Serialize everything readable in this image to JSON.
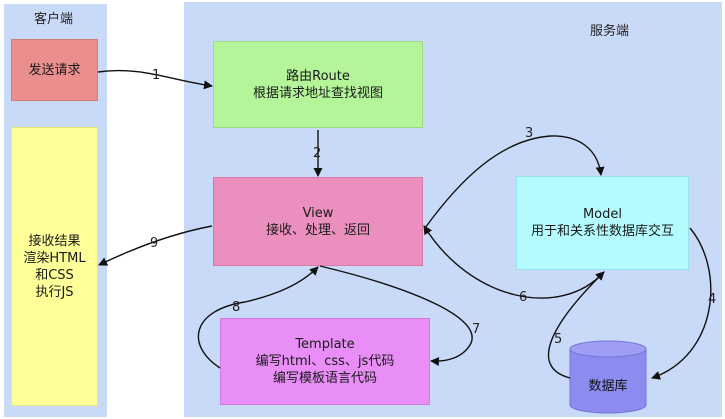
{
  "client": {
    "title": "客户端",
    "send": "发送请求",
    "receive": [
      "接收结果",
      "渲染HTML",
      "和CSS",
      "执行JS"
    ]
  },
  "server": {
    "title": "服务端",
    "route": [
      "路由Route",
      "根据请求地址查找视图"
    ],
    "view": [
      "View",
      "接收、处理、返回"
    ],
    "model": [
      "Model",
      "用于和关系性数据库交互"
    ],
    "template": [
      "Template",
      "编写html、css、js代码",
      "编写模板语言代码"
    ],
    "database": "数据库"
  },
  "steps": [
    "1",
    "2",
    "3",
    "4",
    "5",
    "6",
    "7",
    "8",
    "9"
  ],
  "colors": {
    "panel": "#c9daf8",
    "send": "#ea8f8d",
    "receive": "#ffff99",
    "route": "#b4f59a",
    "view": "#ea8fbe",
    "model": "#b3fbfe",
    "template": "#e88ef6",
    "database": "#8c8cf0"
  }
}
